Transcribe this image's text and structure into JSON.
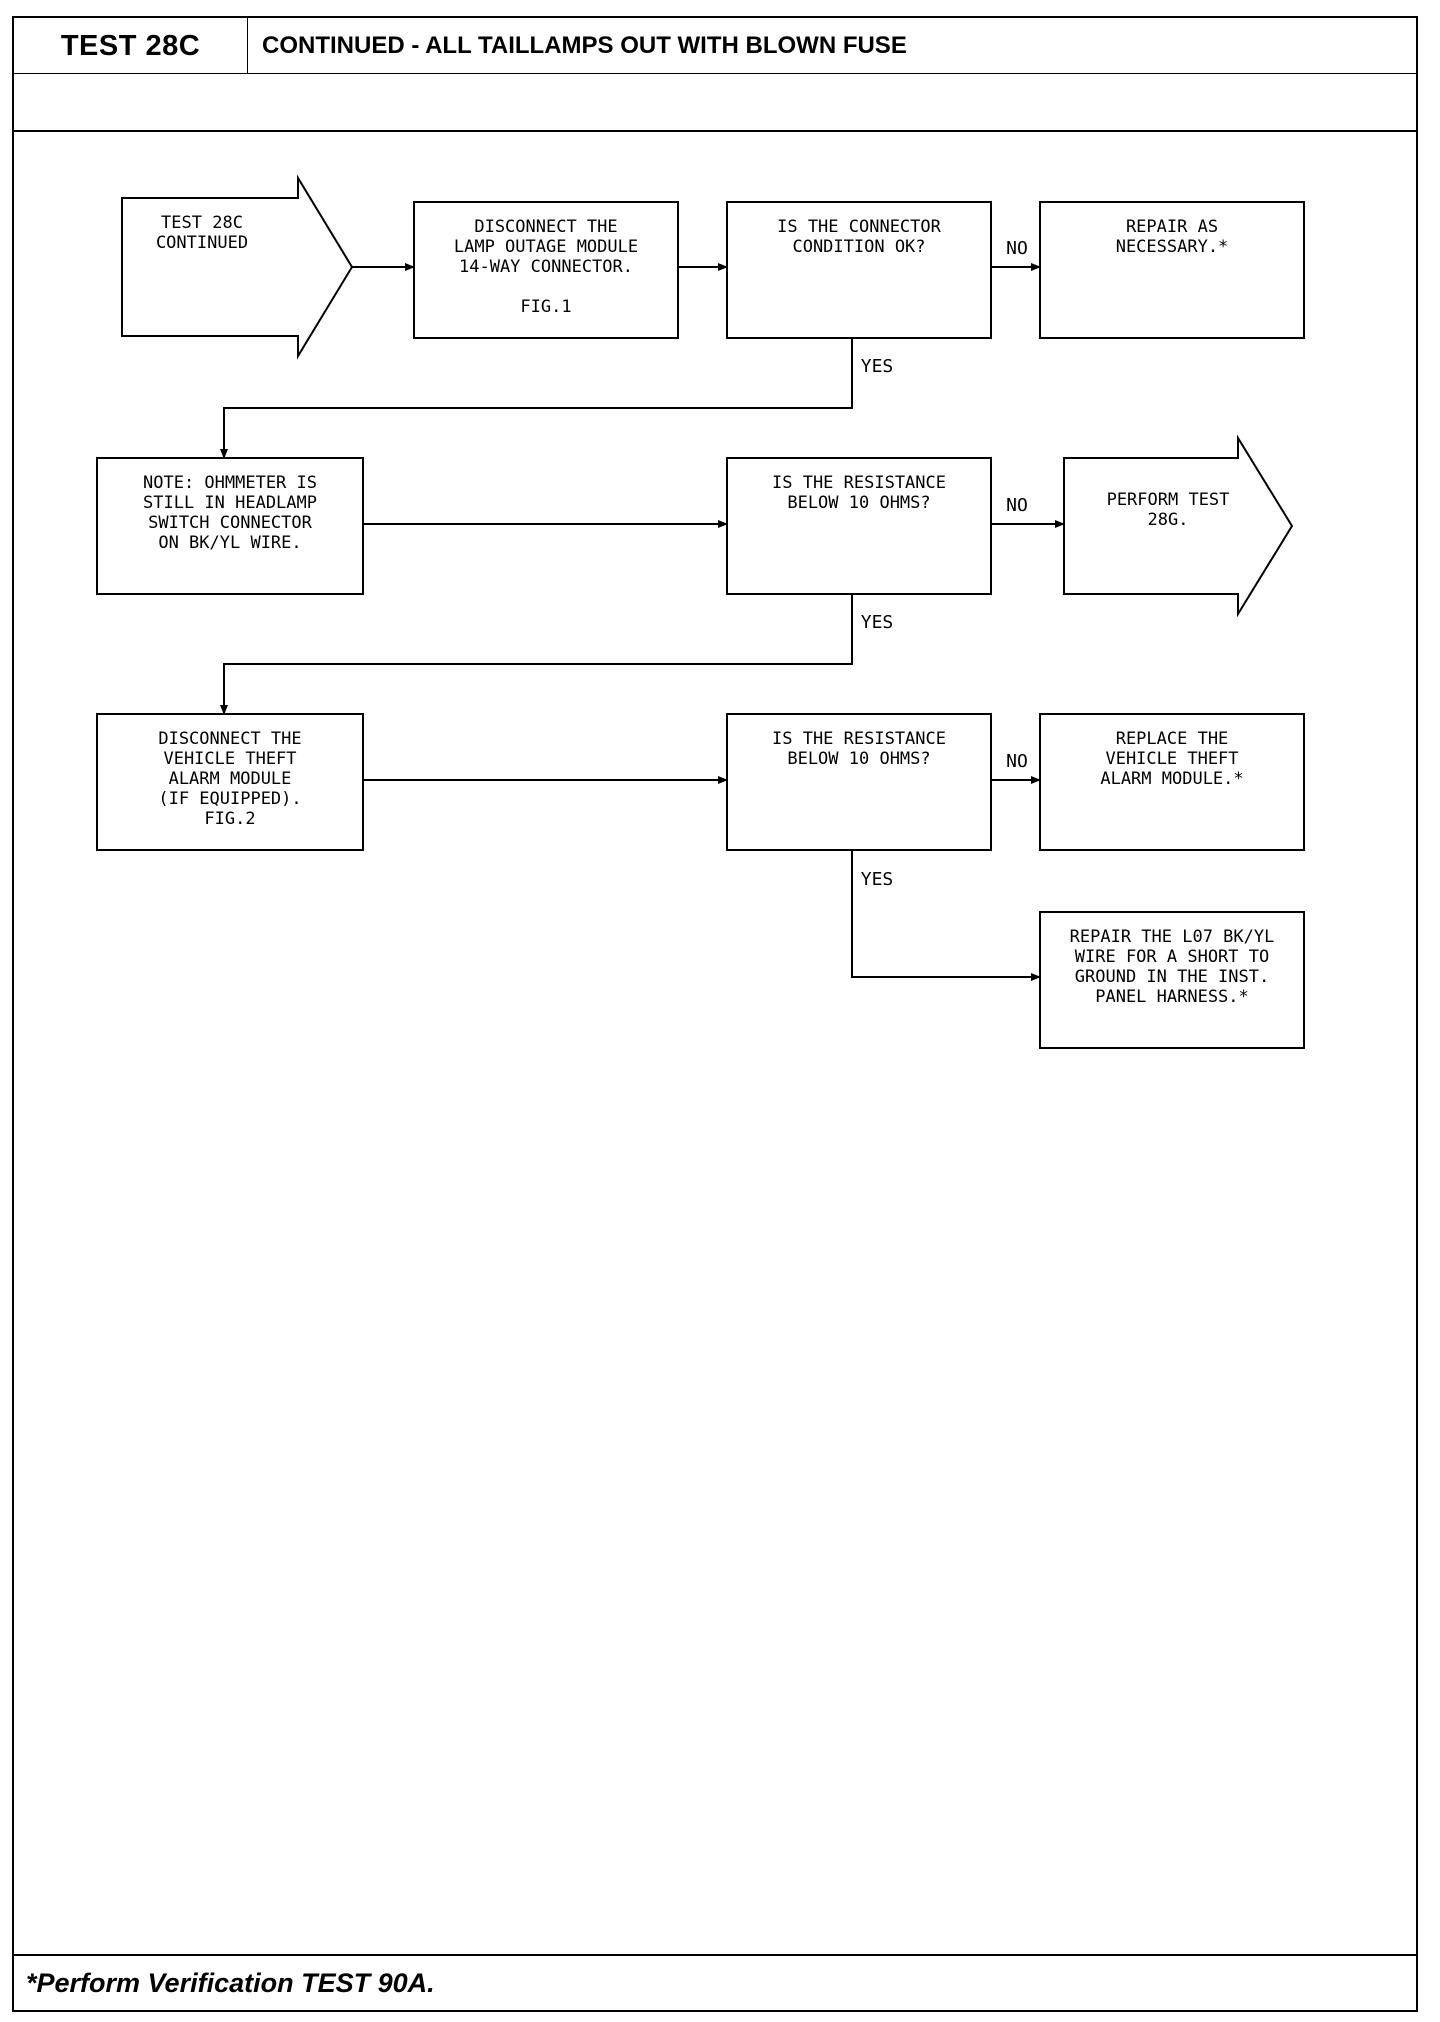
{
  "header": {
    "test_label": "TEST 28C",
    "title": "CONTINUED - ALL TAILLAMPS OUT WITH BLOWN FUSE"
  },
  "footer": {
    "note": "*Perform Verification TEST 90A."
  },
  "flowchart": {
    "nodes": [
      {
        "id": "start",
        "kind": "arrow-in",
        "lines": [
          "TEST 28C",
          "CONTINUED"
        ]
      },
      {
        "id": "disconnect-lom",
        "kind": "process",
        "lines": [
          "DISCONNECT THE",
          "LAMP OUTAGE MODULE",
          "14-WAY CONNECTOR.",
          "",
          "FIG.1"
        ]
      },
      {
        "id": "q-connector",
        "kind": "decision",
        "lines": [
          "IS THE CONNECTOR",
          "CONDITION OK?"
        ]
      },
      {
        "id": "repair",
        "kind": "result",
        "lines": [
          "REPAIR AS",
          "NECESSARY.*"
        ]
      },
      {
        "id": "note-ohmmeter",
        "kind": "process",
        "lines": [
          "NOTE: OHMMETER IS",
          "STILL IN HEADLAMP",
          "SWITCH CONNECTOR",
          "ON BK/YL WIRE."
        ]
      },
      {
        "id": "q-resistance-1",
        "kind": "decision",
        "lines": [
          "IS THE RESISTANCE",
          "BELOW 10 OHMS?"
        ]
      },
      {
        "id": "perform-28g",
        "kind": "arrow-out",
        "lines": [
          "PERFORM TEST",
          "28G."
        ]
      },
      {
        "id": "disconnect-vta",
        "kind": "process",
        "lines": [
          "DISCONNECT THE",
          "VEHICLE THEFT",
          "ALARM MODULE",
          "(IF EQUIPPED).",
          "FIG.2"
        ]
      },
      {
        "id": "q-resistance-2",
        "kind": "decision",
        "lines": [
          "IS THE RESISTANCE",
          "BELOW 10 OHMS?"
        ]
      },
      {
        "id": "replace-vta",
        "kind": "result",
        "lines": [
          "REPLACE THE",
          "VEHICLE THEFT",
          "ALARM MODULE.*"
        ]
      },
      {
        "id": "repair-l07",
        "kind": "result",
        "lines": [
          "REPAIR THE L07 BK/YL",
          "WIRE FOR A SHORT TO",
          "GROUND IN THE INST.",
          "PANEL HARNESS.*"
        ]
      }
    ],
    "edges": [
      {
        "from": "start",
        "to": "disconnect-lom",
        "label": ""
      },
      {
        "from": "disconnect-lom",
        "to": "q-connector",
        "label": ""
      },
      {
        "from": "q-connector",
        "to": "repair",
        "label": "NO"
      },
      {
        "from": "q-connector",
        "to": "note-ohmmeter",
        "label": "YES"
      },
      {
        "from": "note-ohmmeter",
        "to": "q-resistance-1",
        "label": ""
      },
      {
        "from": "q-resistance-1",
        "to": "perform-28g",
        "label": "NO"
      },
      {
        "from": "q-resistance-1",
        "to": "disconnect-vta",
        "label": "YES"
      },
      {
        "from": "disconnect-vta",
        "to": "q-resistance-2",
        "label": ""
      },
      {
        "from": "q-resistance-2",
        "to": "replace-vta",
        "label": "NO"
      },
      {
        "from": "q-resistance-2",
        "to": "repair-l07",
        "label": "YES"
      }
    ]
  }
}
